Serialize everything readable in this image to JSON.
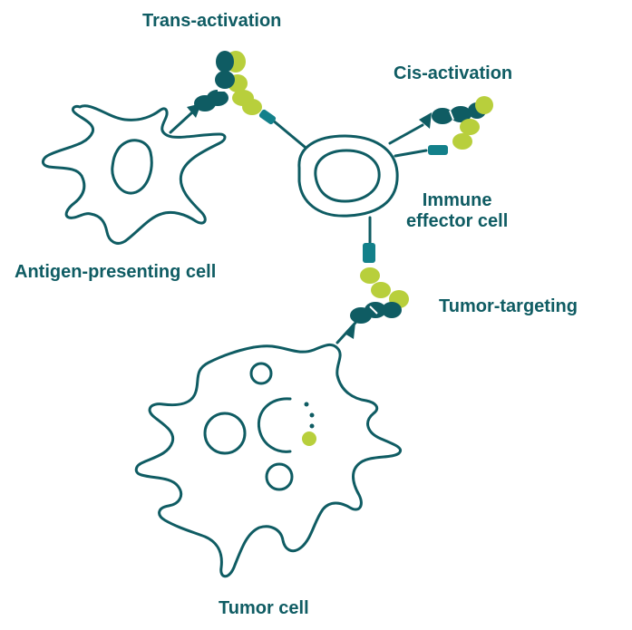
{
  "labels": {
    "trans_activation": "Trans-activation",
    "cis_activation": "Cis-activation",
    "immune_effector_line1": "Immune",
    "immune_effector_line2": "effector cell",
    "antigen_presenting_cell": "Antigen-presenting cell",
    "tumor_targeting": "Tumor-targeting",
    "tumor_cell": "Tumor cell"
  },
  "colors": {
    "dark_teal": "#0f5c63",
    "mid_teal": "#13808a",
    "lime": "#b8cf3c",
    "background": "#ffffff"
  }
}
